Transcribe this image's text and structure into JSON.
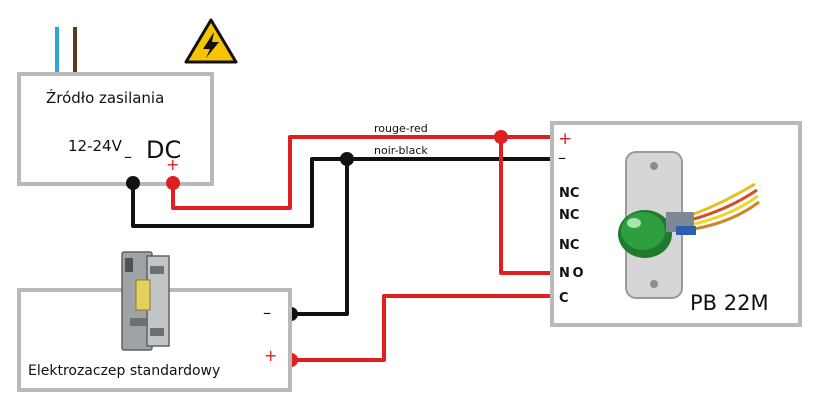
{
  "power_supply": {
    "title": "Źródło zasilania",
    "voltage": "12-24V",
    "dc": "DC",
    "minus": "–",
    "plus": "+"
  },
  "wires": {
    "red_label": "rouge-red",
    "black_label": "noir-black"
  },
  "button": {
    "model": "PB 22M",
    "plus": "+",
    "minus": "–",
    "terminals": [
      "NC",
      "NC",
      "NC",
      "N O",
      "C"
    ]
  },
  "lock": {
    "title": "Elektrozaczep standardowy",
    "minus": "–",
    "plus": "+"
  },
  "colors": {
    "box_border": "#b9b9b9",
    "red_wire": "#e02020",
    "black_wire": "#111111",
    "mains_blue": "#2aa7d8",
    "mains_brown": "#5a3a1e",
    "warning_yellow": "#f6c500",
    "button_green": "#2e9e3e"
  }
}
